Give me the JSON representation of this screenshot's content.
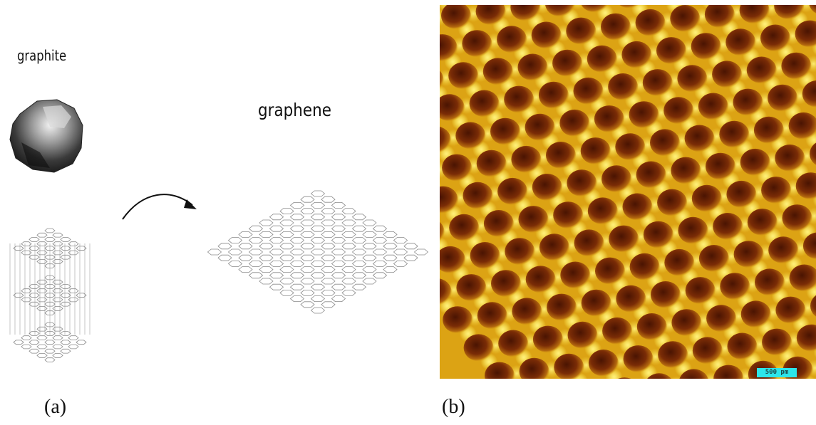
{
  "labels": {
    "graphite": "graphite",
    "graphene": "graphene",
    "panel_a": "(a)",
    "panel_b": "(b)",
    "scale_bar": "500 pm"
  },
  "colors": {
    "lattice_line": "#8a8a8a",
    "stm_light": "#f2d640",
    "stm_mid": "#dca314",
    "stm_dark": "#5a1e04",
    "scale_bar": "#2ce6ea"
  }
}
